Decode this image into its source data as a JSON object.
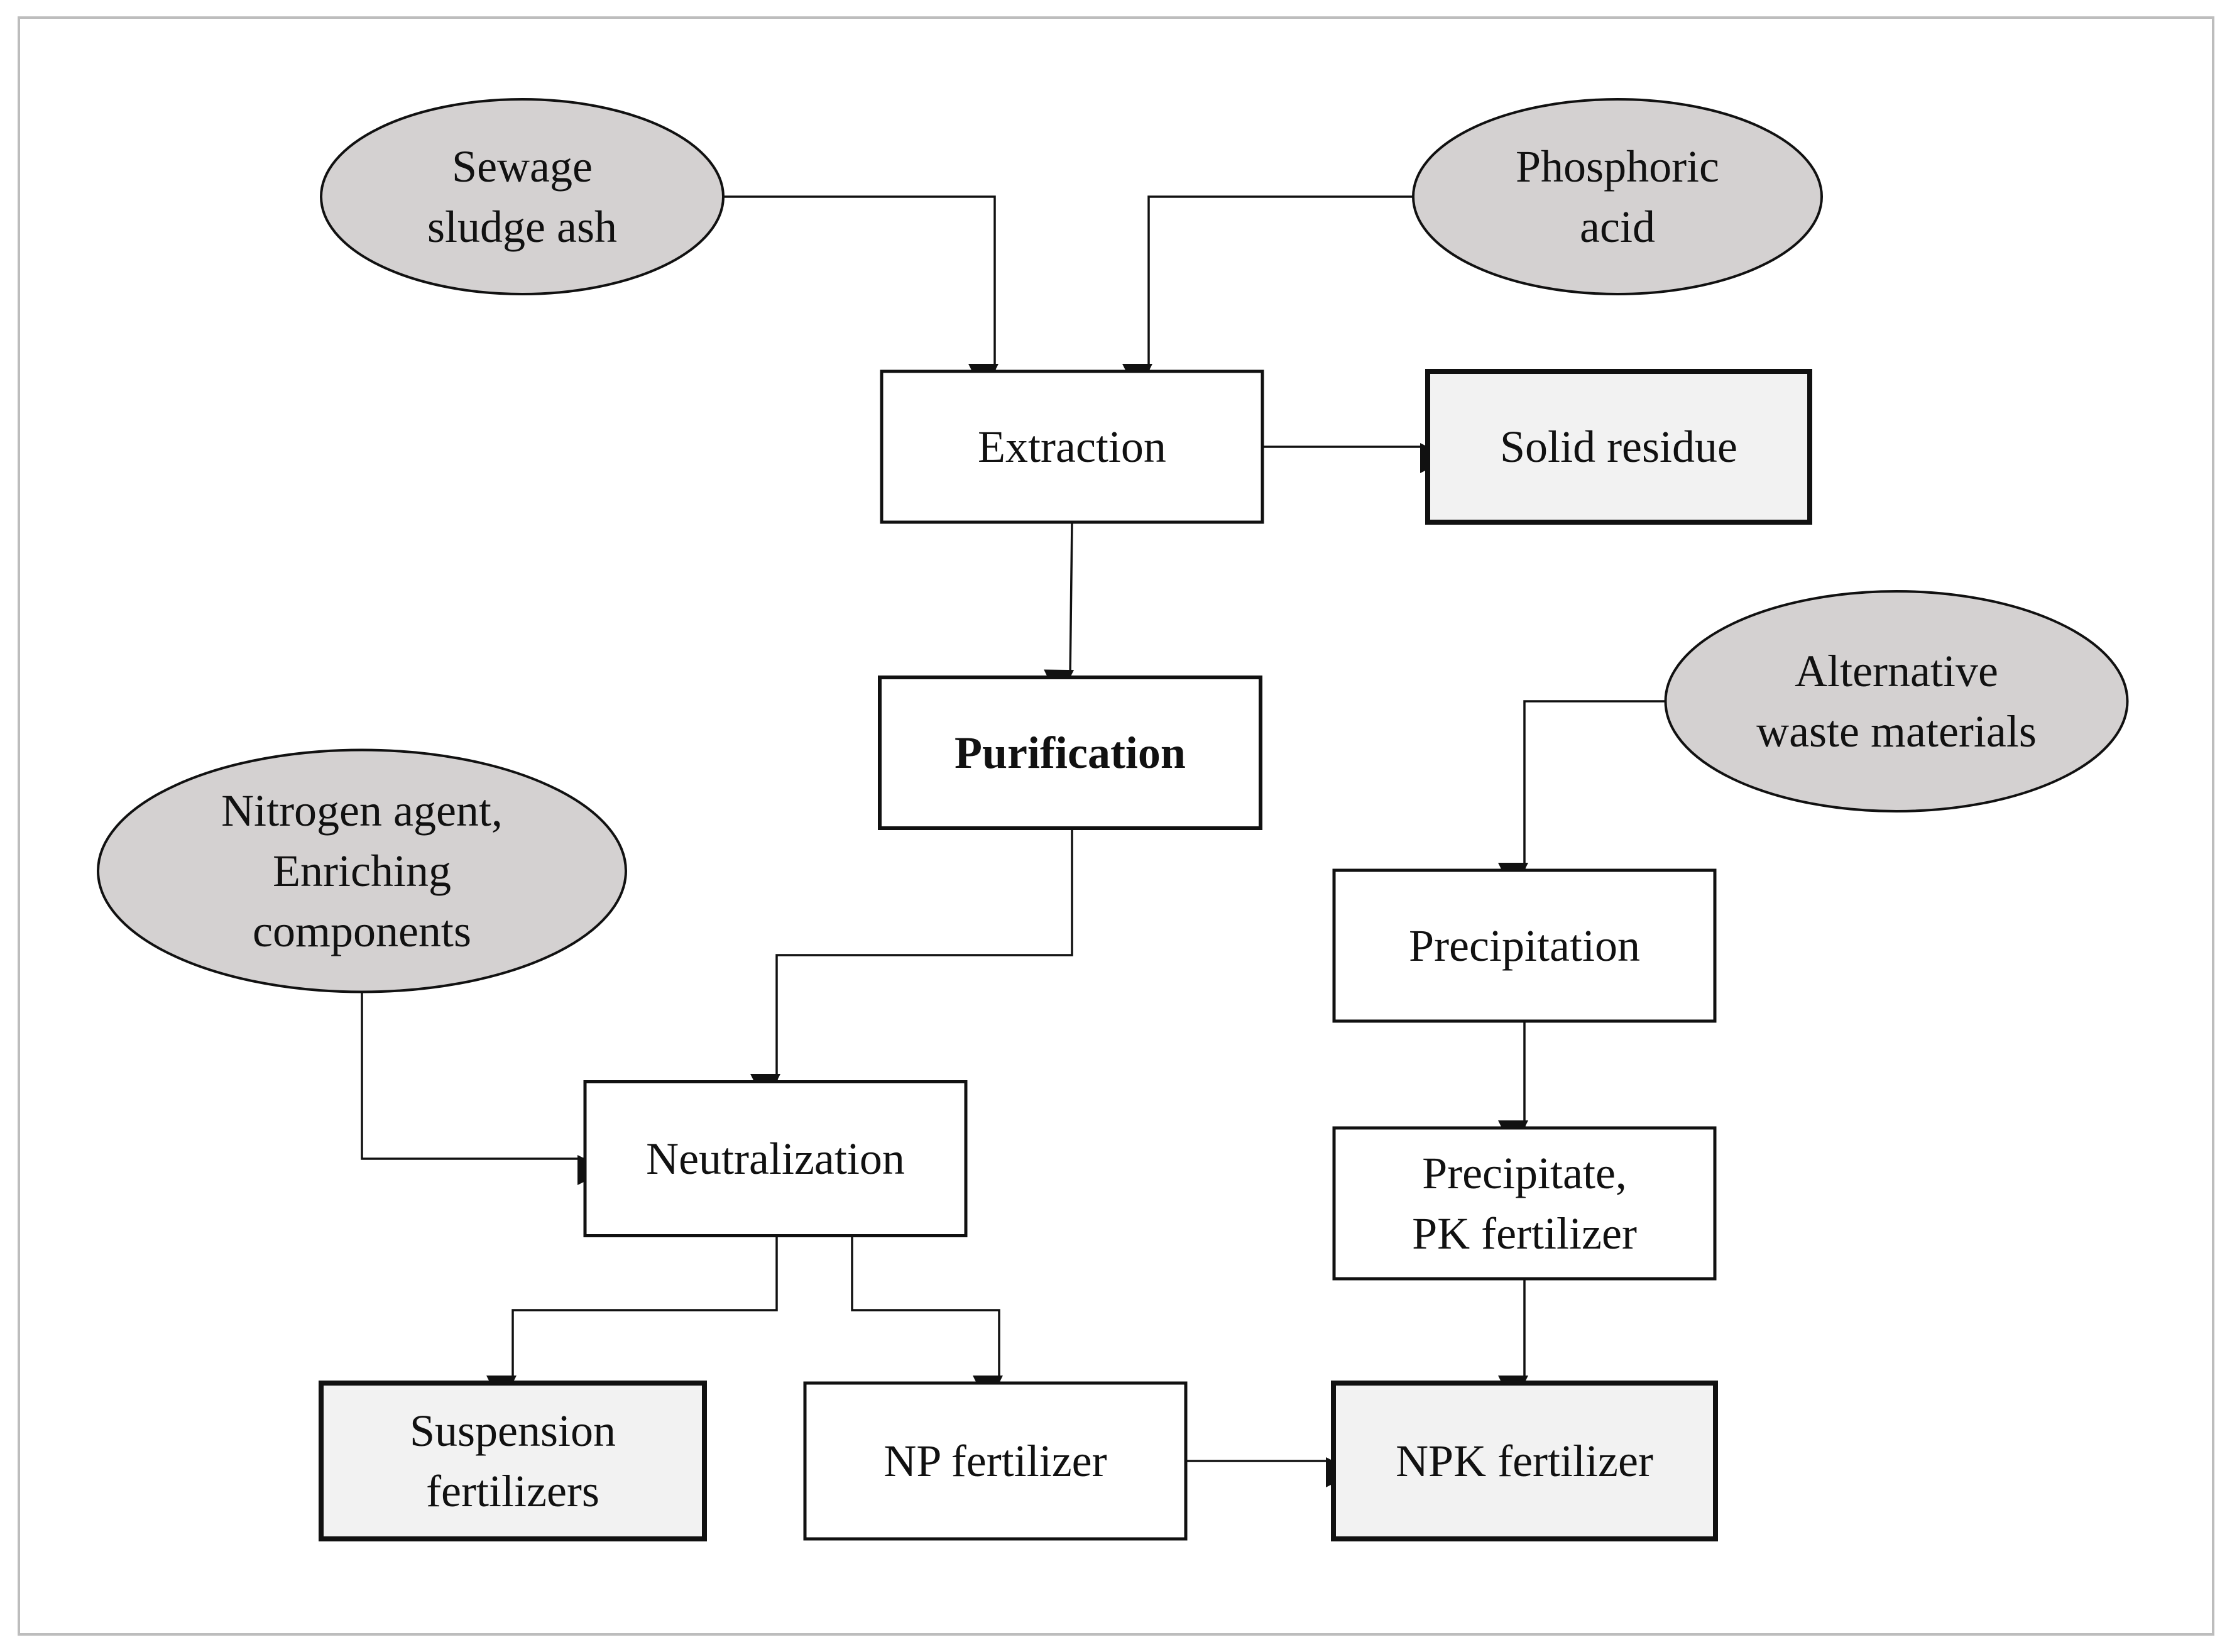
{
  "nodes": {
    "sewage_sludge_ash": {
      "label": [
        "Sewage",
        "sludge ash"
      ],
      "shape": "ellipse"
    },
    "phosphoric_acid": {
      "label": [
        "Phosphoric",
        "acid"
      ],
      "shape": "ellipse"
    },
    "extraction": {
      "label": [
        "Extraction"
      ],
      "shape": "box"
    },
    "solid_residue": {
      "label": [
        "Solid residue"
      ],
      "shape": "box-shaded"
    },
    "purification": {
      "label": [
        "Purification"
      ],
      "shape": "box",
      "bold": true
    },
    "alternative_waste": {
      "label": [
        "Alternative",
        "waste materials"
      ],
      "shape": "ellipse"
    },
    "nitrogen_agent": {
      "label": [
        "Nitrogen agent,",
        "Enriching",
        "components"
      ],
      "shape": "ellipse"
    },
    "precipitation": {
      "label": [
        "Precipitation"
      ],
      "shape": "box"
    },
    "neutralization": {
      "label": [
        "Neutralization"
      ],
      "shape": "box"
    },
    "precipitate_pk": {
      "label": [
        "Precipitate,",
        "PK fertilizer"
      ],
      "shape": "box"
    },
    "suspension_fertilizers": {
      "label": [
        "Suspension",
        "fertilizers"
      ],
      "shape": "box-shaded"
    },
    "np_fertilizer": {
      "label": [
        "NP fertilizer"
      ],
      "shape": "box"
    },
    "npk_fertilizer": {
      "label": [
        "NPK fertilizer"
      ],
      "shape": "box-shaded"
    }
  },
  "edges": [
    {
      "from": "sewage_sludge_ash",
      "to": "extraction"
    },
    {
      "from": "phosphoric_acid",
      "to": "extraction"
    },
    {
      "from": "extraction",
      "to": "solid_residue"
    },
    {
      "from": "extraction",
      "to": "purification"
    },
    {
      "from": "purification",
      "to": "neutralization"
    },
    {
      "from": "nitrogen_agent",
      "to": "neutralization"
    },
    {
      "from": "alternative_waste",
      "to": "precipitation"
    },
    {
      "from": "precipitation",
      "to": "precipitate_pk"
    },
    {
      "from": "neutralization",
      "to": "suspension_fertilizers"
    },
    {
      "from": "neutralization",
      "to": "np_fertilizer"
    },
    {
      "from": "np_fertilizer",
      "to": "npk_fertilizer"
    },
    {
      "from": "precipitate_pk",
      "to": "npk_fertilizer"
    }
  ]
}
